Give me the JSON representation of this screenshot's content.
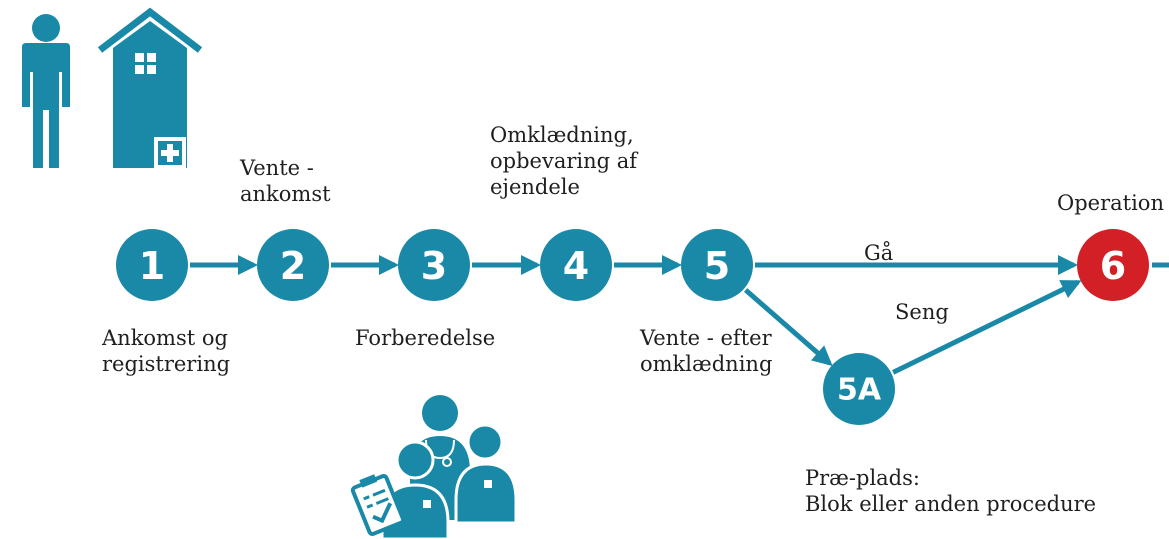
{
  "colors": {
    "teal": "#1a89a8",
    "red": "#d32026",
    "white": "#ffffff"
  },
  "icons": {
    "person": "person-icon",
    "hospital": "hospital-building-icon",
    "staff": "medical-staff-group-icon"
  },
  "steps": [
    {
      "id": "1",
      "number": "1",
      "label": "Ankomst og\nregistrering"
    },
    {
      "id": "2",
      "number": "2",
      "label": "Vente -\nankomst"
    },
    {
      "id": "3",
      "number": "3",
      "label": "Forberedelse"
    },
    {
      "id": "4",
      "number": "4",
      "label": "Omklædning,\nopbevaring af\nejendele"
    },
    {
      "id": "5",
      "number": "5",
      "label": "Vente - efter\nomklædning"
    },
    {
      "id": "5a",
      "number": "5A",
      "label": "Præ-plads:\nBlok eller anden procedure"
    },
    {
      "id": "6",
      "number": "6",
      "label": "Operation"
    }
  ],
  "edges": [
    {
      "from": "1",
      "to": "2",
      "label": ""
    },
    {
      "from": "2",
      "to": "3",
      "label": ""
    },
    {
      "from": "3",
      "to": "4",
      "label": ""
    },
    {
      "from": "4",
      "to": "5",
      "label": ""
    },
    {
      "from": "5",
      "to": "6",
      "label": "Gå"
    },
    {
      "from": "5",
      "to": "5a",
      "label": ""
    },
    {
      "from": "5a",
      "to": "6",
      "label": "Seng"
    }
  ]
}
